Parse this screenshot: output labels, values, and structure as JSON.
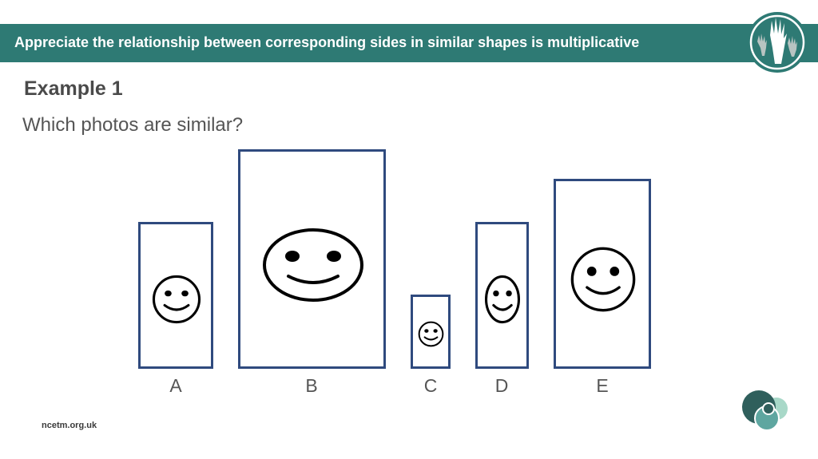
{
  "header": {
    "title": "Appreciate the relationship between corresponding sides in similar shapes is multiplicative",
    "color": "#2e7a74",
    "logo_icon": "raised-hands-logo-icon"
  },
  "slide": {
    "example_title": "Example 1",
    "question": "Which photos are similar?"
  },
  "photos": [
    {
      "label": "A",
      "icon": "smiley-face-icon"
    },
    {
      "label": "B",
      "icon": "smiley-face-icon"
    },
    {
      "label": "C",
      "icon": "smiley-face-icon"
    },
    {
      "label": "D",
      "icon": "smiley-face-icon"
    },
    {
      "label": "E",
      "icon": "smiley-face-icon"
    }
  ],
  "frame_color": "#2f4a7e",
  "footer": {
    "url": "ncetm.org.uk",
    "logo_icon": "bubbles-logo-icon"
  }
}
